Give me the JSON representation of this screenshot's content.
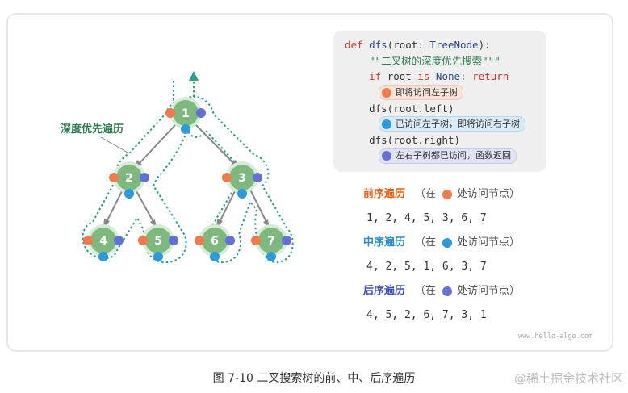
{
  "diagram": {
    "dfs_label": "深度优先遍历",
    "nodes": [
      {
        "id": "n1",
        "label": "1"
      },
      {
        "id": "n2",
        "label": "2"
      },
      {
        "id": "n3",
        "label": "3"
      },
      {
        "id": "n4",
        "label": "4"
      },
      {
        "id": "n5",
        "label": "5"
      },
      {
        "id": "n6",
        "label": "6"
      },
      {
        "id": "n7",
        "label": "7"
      }
    ],
    "colors": {
      "node_fill": "#7fb87f",
      "node_ring": "#d7ecd5",
      "edge": "#888888",
      "trace": "#2e9c84",
      "pre_dot": "#f07a4e",
      "in_dot": "#2d9bdb",
      "post_dot": "#6470d6"
    }
  },
  "code": {
    "line1_def": "def",
    "line1_name": "dfs",
    "line1_rest": "(root: ",
    "line1_type": "TreeNode",
    "line1_end": "):",
    "line2": "\"\"二叉树的深度优先搜索\"\"\"",
    "line3_if": "if",
    "line3_a": " root ",
    "line3_is": "is",
    "line3_none": " None",
    "line3_b": ": ",
    "line3_ret": "return",
    "comment1": "即将访问左子树",
    "line5": "dfs(root.left)",
    "comment2": "已访问左子树，即将访问右子树",
    "line7": "dfs(root.right)",
    "comment3": "左右子树都已访问，函数返回"
  },
  "orders": [
    {
      "title": "前序遍历",
      "note_pre": "（在",
      "note_post": "处访问节点）",
      "sequence": "1, 2, 4, 5, 3, 6, 7",
      "color": "#e8631a"
    },
    {
      "title": "中序遍历",
      "note_pre": "（在",
      "note_post": "处访问节点）",
      "sequence": "4, 2, 5, 1, 6, 3, 7",
      "color": "#2d8cc8"
    },
    {
      "title": "后序遍历",
      "note_pre": "（在",
      "note_post": "处访问节点）",
      "sequence": "4, 5, 2, 6, 7, 3, 1",
      "color": "#3f51b5"
    }
  ],
  "watermark": "www.hello-algo.com",
  "caption": "图 7-10   二叉搜索树的前、中、后序遍历",
  "credit": "@稀土掘金技术社区"
}
